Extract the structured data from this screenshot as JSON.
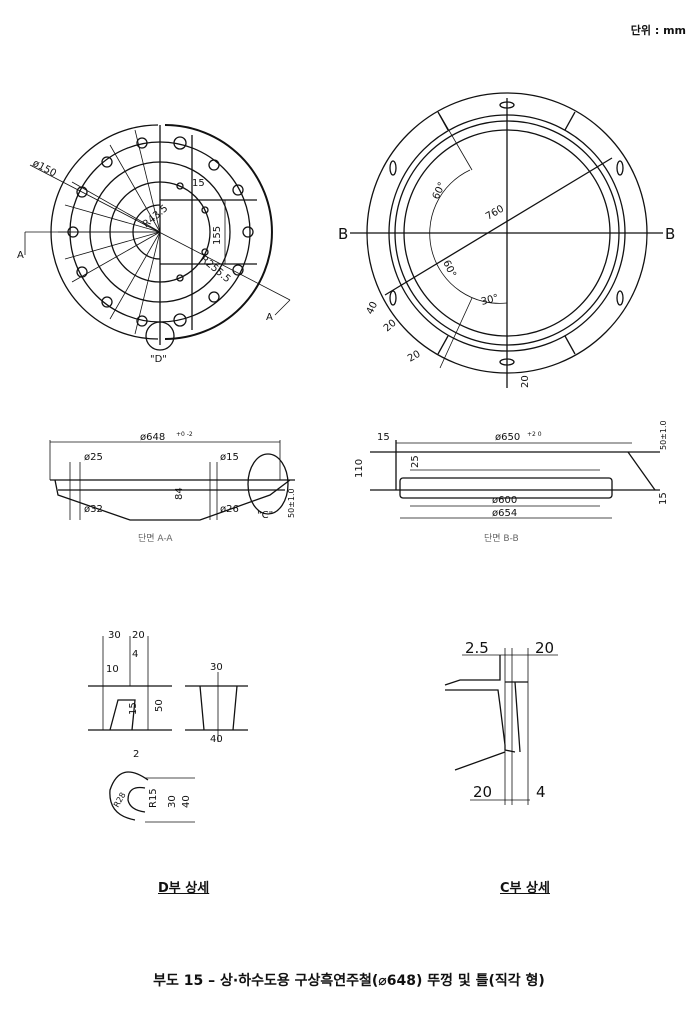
{
  "unit_label": "단위 : mm",
  "cover_plan": {
    "dims": {
      "d150": "ø150",
      "d15": "15",
      "r43": "R43.5",
      "d155": "155",
      "r255": "R255.5"
    },
    "section_mark": "A",
    "detail_mark": "\"D\""
  },
  "frame_plan": {
    "section_mark": "B",
    "dims": {
      "d760": "760",
      "a60a": "60°",
      "a60b": "60°",
      "a30": "30°",
      "d40": "40",
      "d20a": "20",
      "d20b": "20",
      "d20c": "20"
    }
  },
  "section_aa": {
    "dims": {
      "d648": "ø648",
      "d648_tol": "+0 -2",
      "d25": "ø25",
      "d15": "ø15",
      "d32": "ø32",
      "d26": "ø26",
      "d84": "84",
      "d50": "50±1.0"
    },
    "detail_mark": "\"C\"",
    "caption": "단면 A-A"
  },
  "section_bb": {
    "dims": {
      "d650": "ø650",
      "d650_tol": "+2 0",
      "d15a": "15",
      "d110": "110",
      "d25": "25",
      "d600": "ø600",
      "d654": "ø654",
      "d50": "50±1.0",
      "d15b": "15"
    },
    "caption": "단면 B-B"
  },
  "detail_d": {
    "dims": {
      "d30": "30",
      "d20": "20",
      "d4": "4",
      "d10": "10",
      "d15": "15",
      "d50": "50",
      "d30b": "30",
      "d40b": "40",
      "d2": "2",
      "r28": "R28",
      "r15": "R15",
      "d30c": "30",
      "d40c": "40"
    },
    "caption": "D부 상세"
  },
  "detail_c": {
    "dims": {
      "d2_5": "2.5",
      "d20a": "20",
      "d20b": "20",
      "d4": "4"
    },
    "caption": "C부 상세"
  },
  "figure_title": "부도 15 – 상·하수도용 구상흑연주철(⌀648) 뚜껑 및 틀(직각 형)"
}
